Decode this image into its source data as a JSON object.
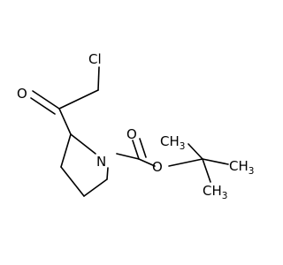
{
  "molecule": {
    "atoms": {
      "cl": "Cl",
      "o_ketone": "O",
      "n_ring": "N",
      "o_carbonyl": "O",
      "o_ester": "O",
      "ch3_top": "CH",
      "ch3_right": "CH",
      "ch3_bottom": "CH",
      "subscript_3": "3"
    }
  },
  "colors": {
    "bond": "#000000",
    "label": "#000000",
    "background": "#ffffff"
  }
}
